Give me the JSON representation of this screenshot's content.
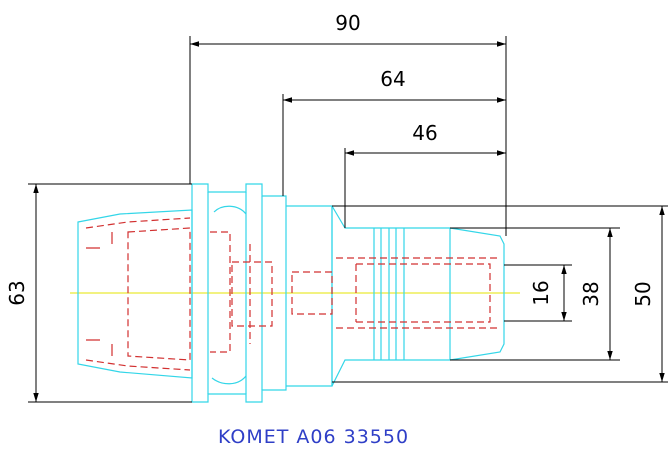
{
  "drawing": {
    "caption": "KOMET A06 33550",
    "dimensions": {
      "overall_length": "90",
      "mid_length": "64",
      "short_length": "46",
      "flange_diameter": "63",
      "bore_diameter": "16",
      "clamp_diameter": "38",
      "body_diameter": "50"
    },
    "colors": {
      "outline": "#33d6e8",
      "hidden_lines": "#d23030",
      "dimension_lines": "#000000",
      "center_line": "#e6e600",
      "caption": "#2f3fc7"
    }
  }
}
